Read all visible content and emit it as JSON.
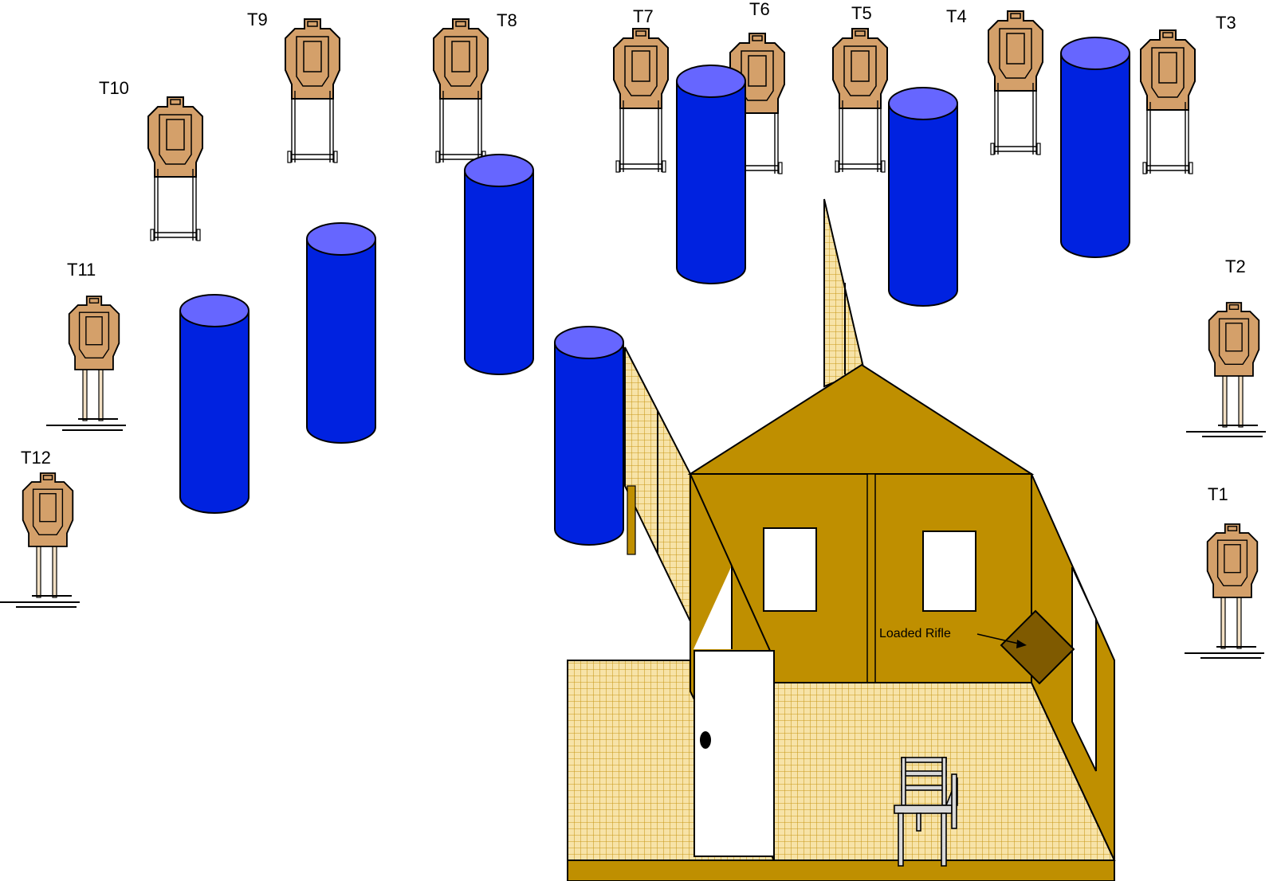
{
  "targets": [
    {
      "label": "T1"
    },
    {
      "label": "T2"
    },
    {
      "label": "T3"
    },
    {
      "label": "T4"
    },
    {
      "label": "T5"
    },
    {
      "label": "T6"
    },
    {
      "label": "T7"
    },
    {
      "label": "T8"
    },
    {
      "label": "T9"
    },
    {
      "label": "T10"
    },
    {
      "label": "T11"
    },
    {
      "label": "T12"
    }
  ],
  "annotation": {
    "text": "Loaded Rifle"
  },
  "colors": {
    "target_fill": "#D4A06A",
    "barrel_fill": "#0022E0",
    "barrel_top": "#6666FF",
    "building": "#BF8F00",
    "mesh": "#F5DC9A",
    "rifle_box": "#7F5A00"
  },
  "icons": [
    "target-icon",
    "barrel-icon",
    "building-icon",
    "door-icon",
    "chair-icon",
    "rifle-box-icon"
  ]
}
